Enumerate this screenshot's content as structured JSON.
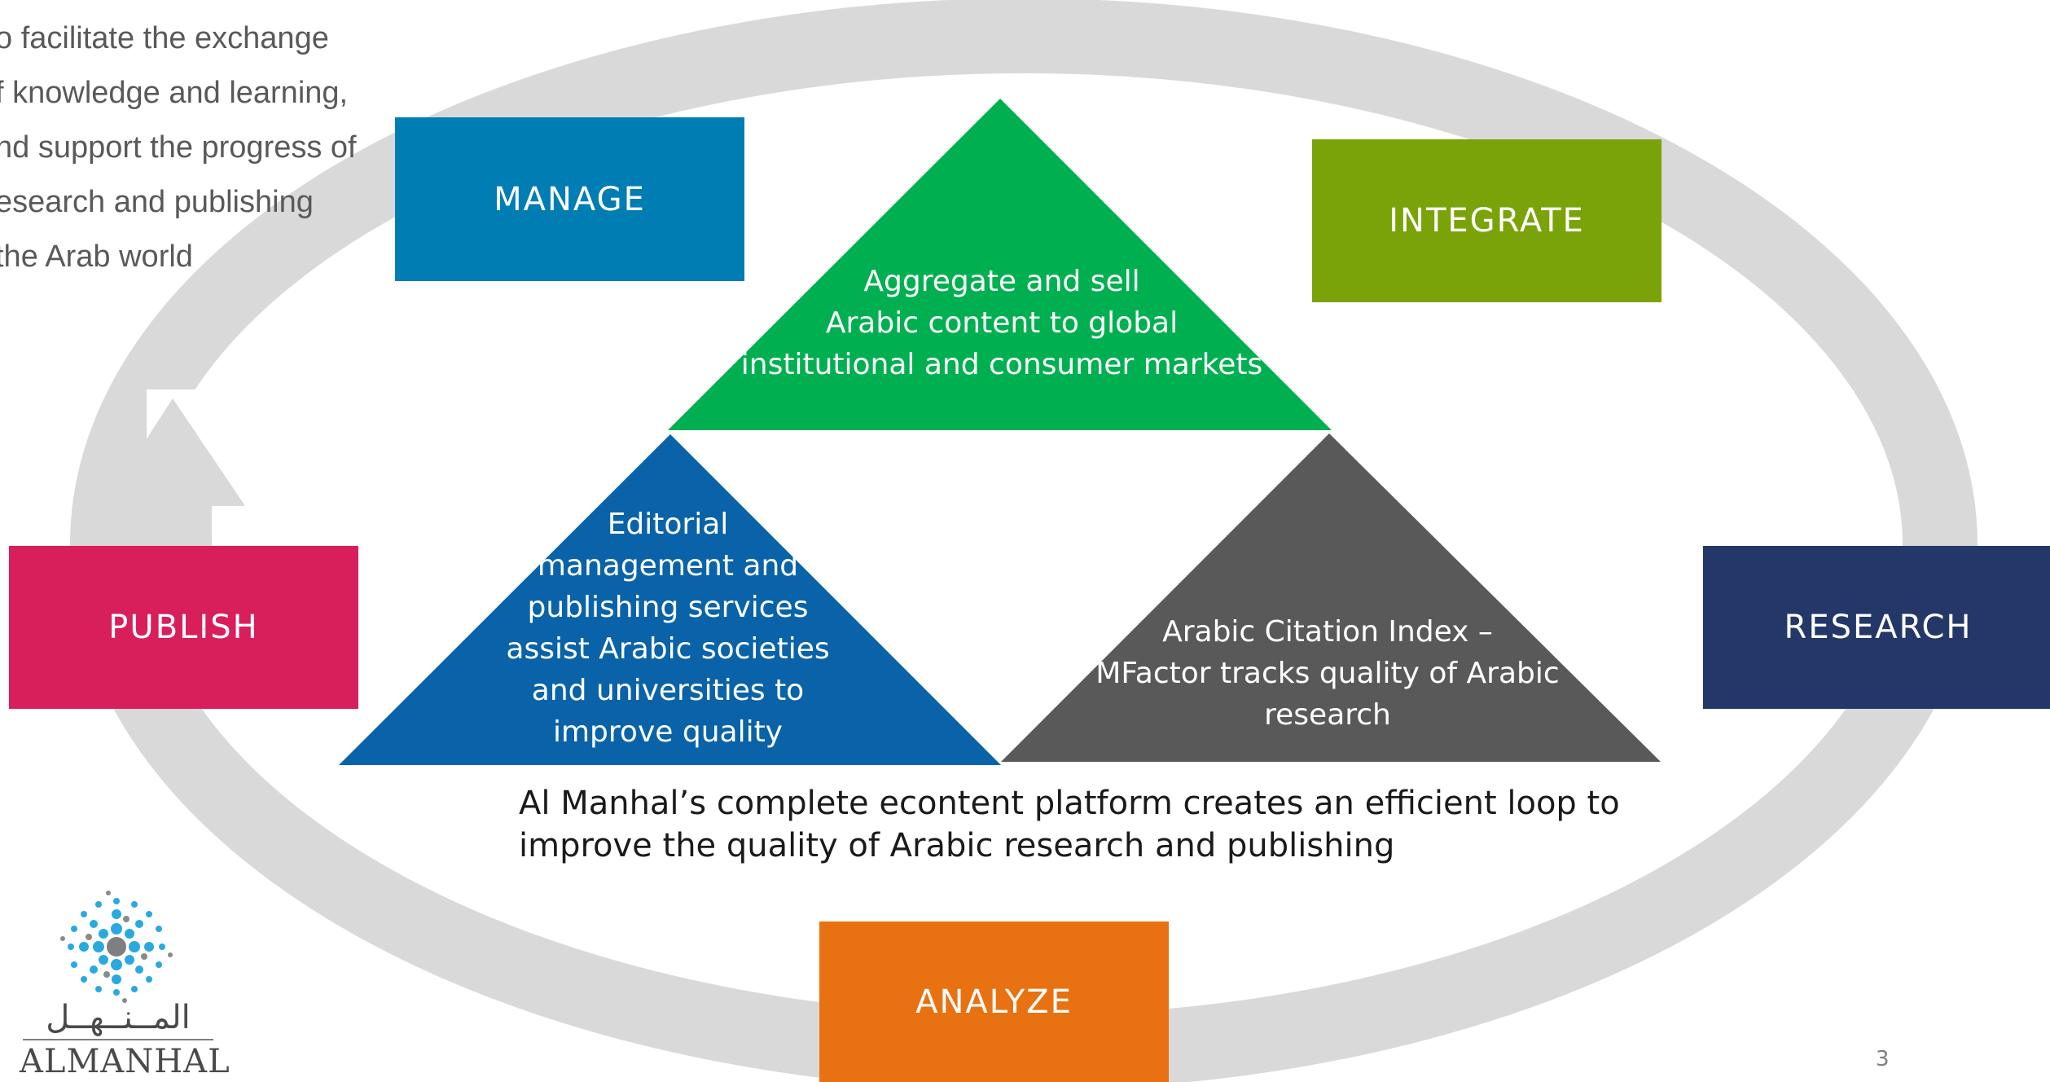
{
  "mission_text": {
    "lines": [
      "o facilitate the exchange",
      "f knowledge and learning,",
      "nd support the progress of",
      "esearch and publishing",
      " the Arab world"
    ]
  },
  "cycle": {
    "manage": "MANAGE",
    "integrate": "INTEGRATE",
    "research": "RESEARCH",
    "analyze": "ANALYZE",
    "publish": "PUBLISH"
  },
  "triangles": {
    "top": {
      "lines": [
        "Aggregate and sell",
        "Arabic content to global",
        "institutional and consumer markets"
      ]
    },
    "left": {
      "lines": [
        "Editorial",
        "management and",
        "publishing services",
        "assist Arabic societies",
        "and universities to",
        "improve quality"
      ]
    },
    "right": {
      "lines": [
        "Arabic Citation Index –",
        "MFactor tracks quality of Arabic",
        "research"
      ]
    }
  },
  "caption": {
    "line1": "Al Manhal’s complete econtent platform creates an efficient loop to",
    "line2": "improve the quality of Arabic research and publishing"
  },
  "logo": {
    "arabic": "المــنــهــل",
    "english": "ALMANHAL",
    "icon": "almanhal-logo-icon"
  },
  "page_number": "3",
  "colors": {
    "manage": "#007DB3",
    "integrate": "#7AA30A",
    "research": "#243769",
    "analyze": "#E87211",
    "publish": "#D91E5C",
    "triangle_top": "#00B050",
    "triangle_left": "#0A63A8",
    "triangle_right": "#595959",
    "loop": "#D9D9D9"
  }
}
